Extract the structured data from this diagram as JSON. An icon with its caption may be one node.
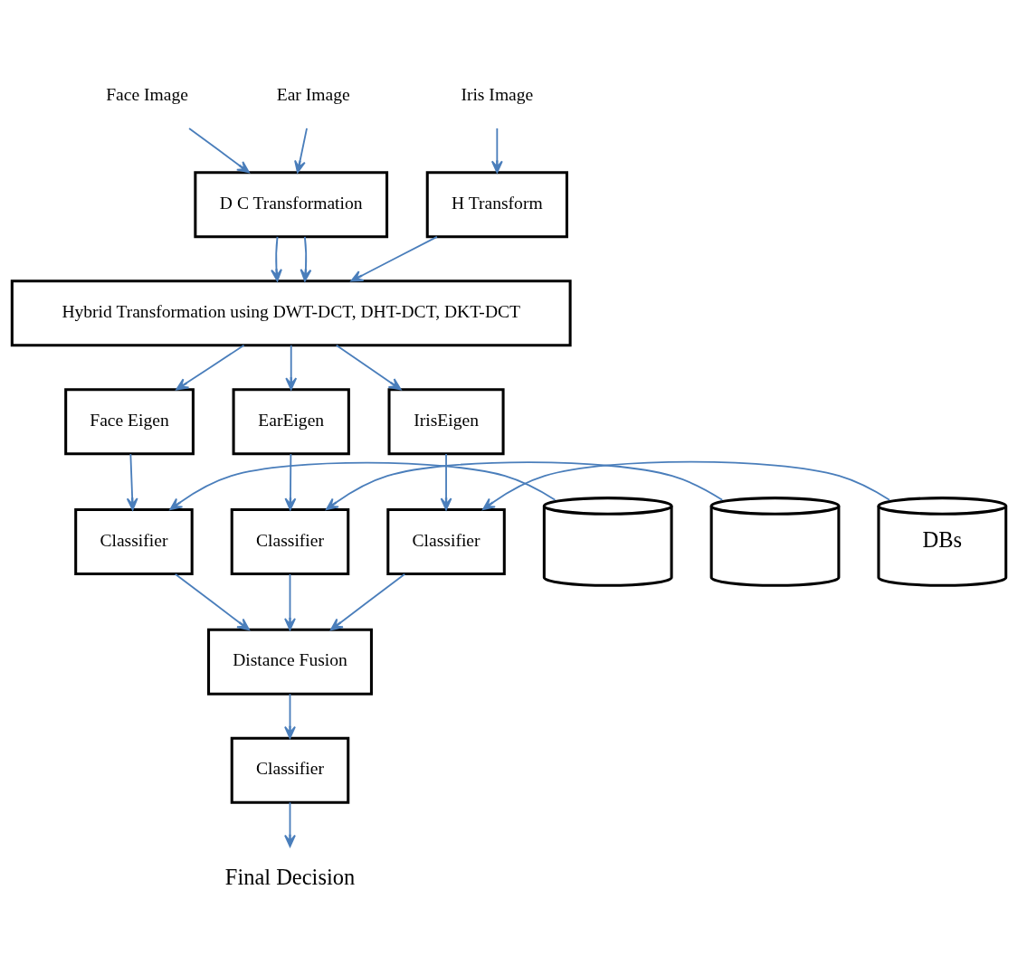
{
  "diagram": {
    "nodes": [
      {
        "text": [
          "Face Image"
        ]
      },
      {
        "text": [
          "Ear Image"
        ]
      },
      {
        "text": [
          "Iris Image"
        ]
      },
      {
        "text": [
          "D C Transformation"
        ]
      },
      {
        "text": [
          "H Transform"
        ]
      },
      {
        "text": [
          "Hybrid Transformation using DWT-DCT, DHT-DCT, DKT-DCT"
        ]
      },
      {
        "text": [
          "Face Eigen"
        ]
      },
      {
        "text": [
          "EarEigen"
        ]
      },
      {
        "text": [
          "IrisEigen"
        ]
      },
      {
        "text": [
          "Classifier"
        ]
      },
      {
        "text": [
          "Classifier"
        ]
      },
      {
        "text": [
          "Classifier"
        ]
      },
      {
        "text": [],
        "shape": "cylinder"
      },
      {
        "text": [],
        "shape": "cylinder"
      },
      {
        "text": [
          "DBs"
        ]
      },
      {
        "text": [
          "Distance Fusion"
        ]
      },
      {
        "text": [
          "Classifier"
        ]
      },
      {
        "text": [
          "Final Decision"
        ]
      }
    ],
    "edges": [
      {
        "from": 0,
        "to": 3,
        "arrow": "to"
      },
      {
        "from": 1,
        "to": 3,
        "arrow": "to"
      },
      {
        "from": 2,
        "to": 4,
        "arrow": "to"
      },
      {
        "from": 3,
        "to": 5,
        "arrow": "to"
      },
      {
        "from": 3,
        "to": 5,
        "arrow": "to"
      },
      {
        "from": 4,
        "to": 5,
        "arrow": "to"
      },
      {
        "from": 5,
        "to": 6,
        "arrow": "to"
      },
      {
        "from": 5,
        "to": 7,
        "arrow": "to"
      },
      {
        "from": 5,
        "to": 8,
        "arrow": "to"
      },
      {
        "from": 6,
        "to": 9,
        "arrow": "to"
      },
      {
        "from": 7,
        "to": 10,
        "arrow": "to"
      },
      {
        "from": 8,
        "to": 11,
        "arrow": "to"
      },
      {
        "from": 12,
        "to": 9,
        "arrow": "to"
      },
      {
        "from": 13,
        "to": 10,
        "arrow": "to"
      },
      {
        "from": 14,
        "to": 11,
        "arrow": "to"
      },
      {
        "from": 9,
        "to": 15,
        "arrow": "to"
      },
      {
        "from": 10,
        "to": 15,
        "arrow": "to"
      },
      {
        "from": 11,
        "to": 15,
        "arrow": "to"
      },
      {
        "from": 15,
        "to": 16,
        "arrow": "to"
      },
      {
        "from": 16,
        "to": 17,
        "arrow": "to"
      }
    ]
  }
}
